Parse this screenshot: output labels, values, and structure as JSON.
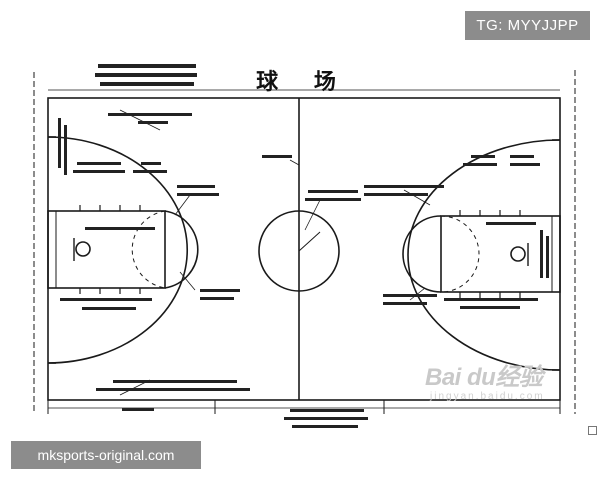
{
  "diagram": {
    "title": "球 场"
  },
  "watermarks": {
    "top_right": "TG: MYYJJPP",
    "bottom_left": "mksports-original.com",
    "baidu_logo": "Bai du经验",
    "baidu_sub": "jingyan.baidu.com"
  },
  "colors": {
    "line": "#1a1a1a",
    "badge_bg": "#8c8c8c",
    "badge_text": "#ffffff",
    "watermark": "#c9c9c9"
  }
}
